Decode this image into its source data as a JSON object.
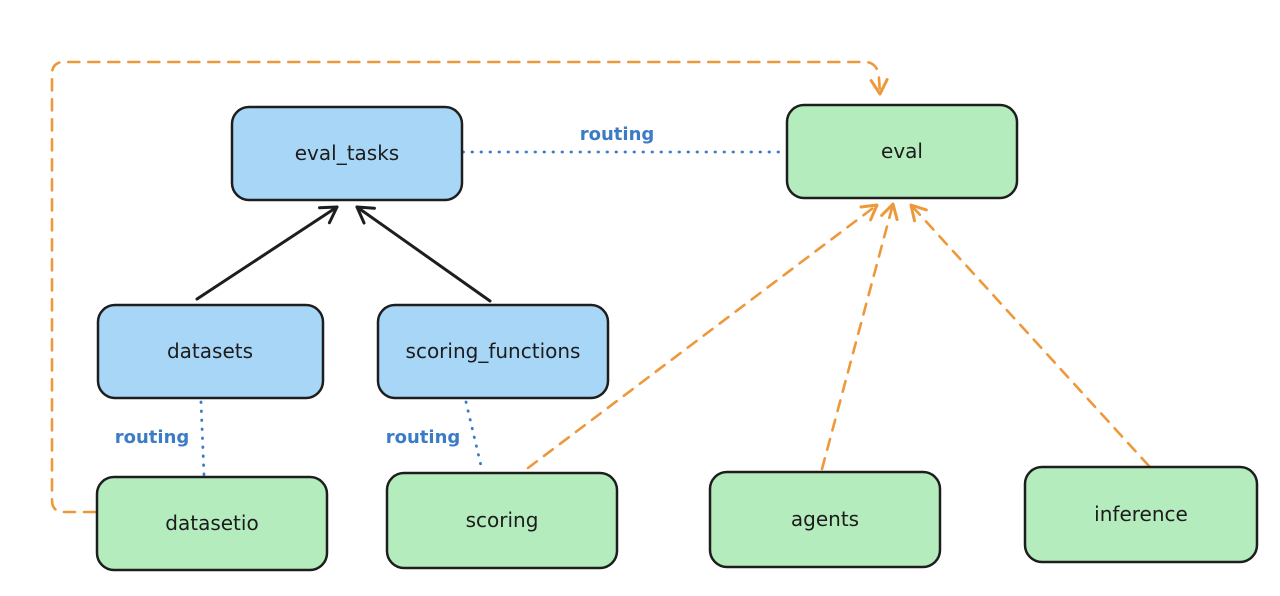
{
  "diagram": {
    "colors": {
      "background": "#ffffff",
      "node_border": "#1e1e1e",
      "blue_node_fill": "#a8d6f7",
      "green_node_fill": "#b5ecbe",
      "routing_blue": "#3b7cc4",
      "provider_orange": "#ed993b",
      "solid_arrow_black": "#1e1e1e",
      "node_text": "#1c1c1c"
    },
    "nodes": [
      {
        "id": "eval_tasks",
        "label": "eval_tasks",
        "kind": "blue"
      },
      {
        "id": "eval",
        "label": "eval",
        "kind": "green"
      },
      {
        "id": "datasets",
        "label": "datasets",
        "kind": "blue"
      },
      {
        "id": "scoring_functions",
        "label": "scoring_functions",
        "kind": "blue"
      },
      {
        "id": "datasetio",
        "label": "datasetio",
        "kind": "green"
      },
      {
        "id": "scoring",
        "label": "scoring",
        "kind": "green"
      },
      {
        "id": "agents",
        "label": "agents",
        "kind": "green"
      },
      {
        "id": "inference",
        "label": "inference",
        "kind": "green"
      }
    ],
    "edges": [
      {
        "from": "datasets",
        "to": "eval_tasks",
        "style": "solid-arrow",
        "label": ""
      },
      {
        "from": "scoring_functions",
        "to": "eval_tasks",
        "style": "solid-arrow",
        "label": ""
      },
      {
        "from": "eval_tasks",
        "to": "eval",
        "style": "dotted",
        "label": "routing"
      },
      {
        "from": "datasets",
        "to": "datasetio",
        "style": "dotted",
        "label": "routing"
      },
      {
        "from": "scoring_functions",
        "to": "scoring",
        "style": "dotted",
        "label": "routing"
      },
      {
        "from": "datasetio",
        "to": "eval",
        "style": "dashed-arrow",
        "label": ""
      },
      {
        "from": "scoring",
        "to": "eval",
        "style": "dashed-arrow",
        "label": ""
      },
      {
        "from": "agents",
        "to": "eval",
        "style": "dashed-arrow",
        "label": ""
      },
      {
        "from": "inference",
        "to": "eval",
        "style": "dashed-arrow",
        "label": ""
      }
    ]
  }
}
